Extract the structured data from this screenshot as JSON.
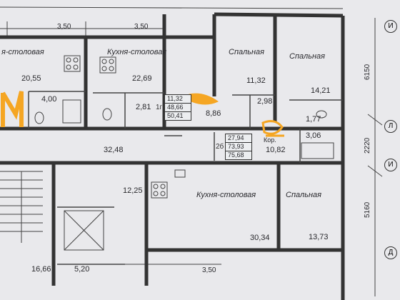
{
  "dimensions": {
    "top_left": "3,50",
    "top_right": "3,50",
    "bottom": "3,50",
    "right_upper": "6150",
    "right_middle": "2220",
    "right_lower": "5160"
  },
  "axes": [
    "И",
    "Л",
    "И",
    "Д"
  ],
  "rooms": {
    "kitchen_left": {
      "name": "я-столовая",
      "area": "20,55"
    },
    "kitchen_top": {
      "name": "Кухня-столовая",
      "area": "22,69"
    },
    "bedroom_top": {
      "name": "Спальная",
      "area": "11,32"
    },
    "bedroom_right": {
      "name": "Спальная",
      "area": "14,21"
    },
    "kitchen_bottom": {
      "name": "Кухня-столовая",
      "area": "30,34"
    },
    "bedroom_bottom": {
      "name": "Спальная",
      "area": "13,73"
    }
  },
  "areas": {
    "bath_left": "4,00",
    "bath_mid": "2,81",
    "hall_mid": "8,86",
    "bath_right_top": "2,98",
    "bath_right": "1,77",
    "bath_right2": "3,06",
    "corridor_right": "10,82",
    "corridor_left": "32,48",
    "stair_room": "12,25",
    "stair_hall": "16,66",
    "elevator": "5,20"
  },
  "summary_top": {
    "label": "1г",
    "values": [
      "11,32",
      "48,66",
      "50,41"
    ]
  },
  "summary_bottom": {
    "label": "2б",
    "values": [
      "27,94",
      "73,93",
      "75,68"
    ]
  },
  "corridor_label": "Кор.",
  "colors": {
    "highlight": "#f5a623",
    "lines": "#333333",
    "background": "#e9e9ec"
  }
}
